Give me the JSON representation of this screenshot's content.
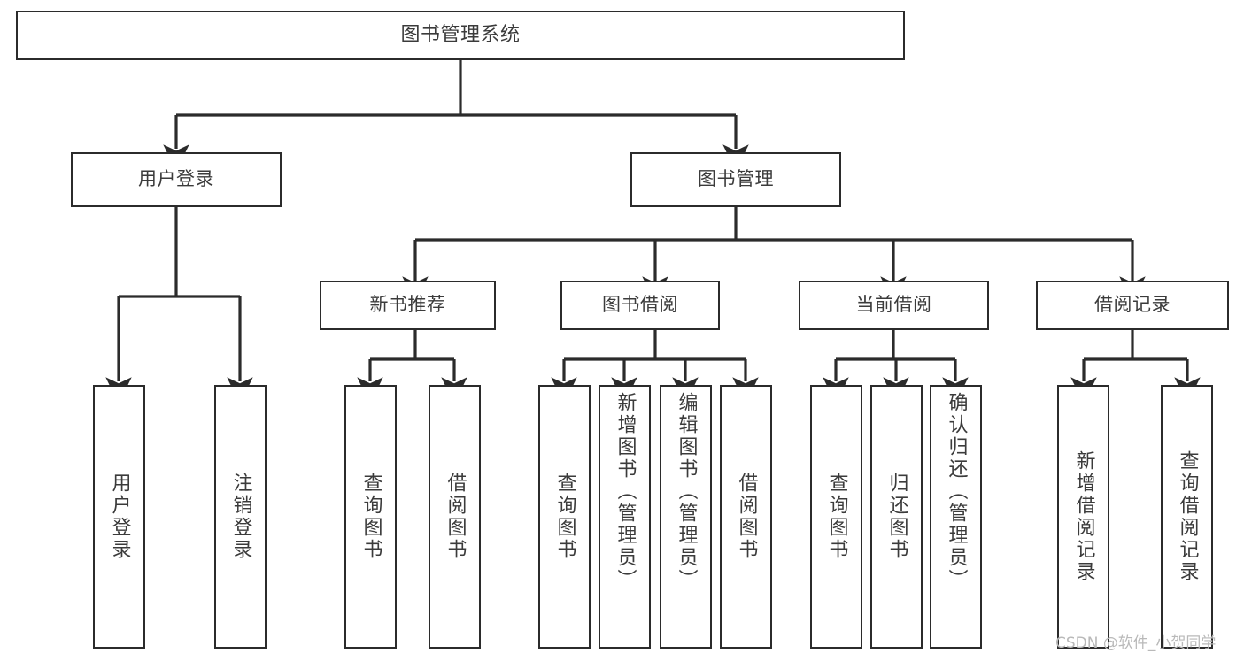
{
  "diagram": {
    "title": "图书管理系统",
    "type": "hierarchy-tree",
    "colors": {
      "background": "#ffffff",
      "box_border": "#2b2b2b",
      "box_fill": "#ffffff",
      "text": "#3b3b3b",
      "connector": "#2b2b2b",
      "watermark": "#b9b9b9"
    },
    "watermark": "CSDN @软件_小贺同学"
  },
  "nodes": {
    "root": {
      "label": "图书管理系统",
      "level": 1
    },
    "level2": [
      {
        "id": "user-login",
        "label": "用户登录",
        "level": 2
      },
      {
        "id": "book-management",
        "label": "图书管理",
        "level": 2
      }
    ],
    "level3": [
      {
        "id": "new-book-recommend",
        "label": "新书推荐",
        "level": 3,
        "parent": "book-management"
      },
      {
        "id": "book-borrow",
        "label": "图书借阅",
        "level": 3,
        "parent": "book-management"
      },
      {
        "id": "current-borrow",
        "label": "当前借阅",
        "level": 3,
        "parent": "book-management"
      },
      {
        "id": "borrow-record",
        "label": "借阅记录",
        "level": 3,
        "parent": "book-management"
      }
    ],
    "leaves": [
      {
        "id": "leaf-user-login",
        "label": "用户登录",
        "parent": "user-login"
      },
      {
        "id": "leaf-logout-login",
        "label": "注销登录",
        "parent": "user-login"
      },
      {
        "id": "leaf-query-book-1",
        "label": "查询图书",
        "parent": "new-book-recommend"
      },
      {
        "id": "leaf-borrow-book-1",
        "label": "借阅图书",
        "parent": "new-book-recommend"
      },
      {
        "id": "leaf-query-book-2",
        "label": "查询图书",
        "parent": "book-borrow"
      },
      {
        "id": "leaf-add-book-admin",
        "label": "新增图书（管理员）",
        "parent": "book-borrow"
      },
      {
        "id": "leaf-edit-book-admin",
        "label": "编辑图书（管理员）",
        "parent": "book-borrow"
      },
      {
        "id": "leaf-borrow-book-2",
        "label": "借阅图书",
        "parent": "book-borrow"
      },
      {
        "id": "leaf-query-book-3",
        "label": "查询图书",
        "parent": "current-borrow"
      },
      {
        "id": "leaf-return-book",
        "label": "归还图书",
        "parent": "current-borrow"
      },
      {
        "id": "leaf-confirm-return-admin",
        "label": "确认归还（管理员）",
        "parent": "current-borrow"
      },
      {
        "id": "leaf-add-borrow-record",
        "label": "新增借阅记录",
        "parent": "borrow-record"
      },
      {
        "id": "leaf-query-borrow-record",
        "label": "查询借阅记录",
        "parent": "borrow-record"
      }
    ]
  }
}
